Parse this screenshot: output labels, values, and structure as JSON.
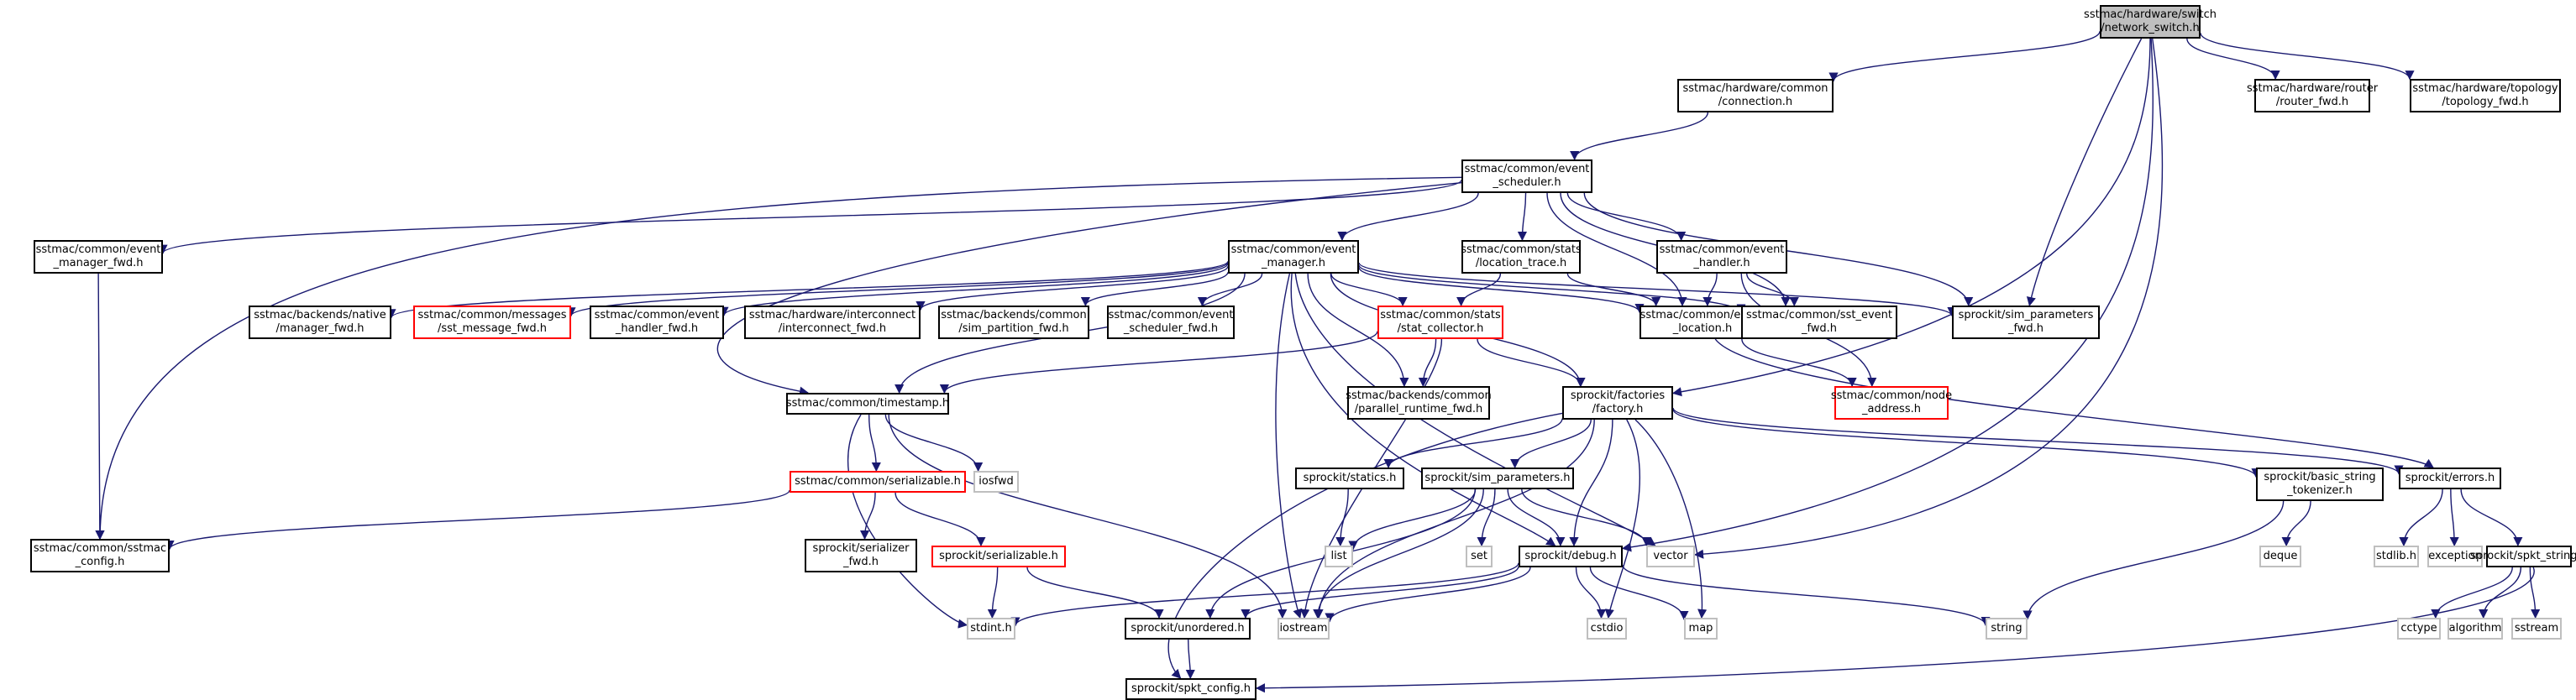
{
  "colors": {
    "edge": "#191970",
    "node_border": "#000000",
    "incomplete_border": "#ff0000",
    "external_border": "#bfbfbf",
    "root_fill": "#bfbfbf"
  },
  "nodes": [
    {
      "id": "root",
      "label": "sstmac/hardware/switch\n/network_switch.h",
      "kind": "root"
    },
    {
      "id": "connection",
      "label": "sstmac/hardware/common\n/connection.h",
      "kind": "normal"
    },
    {
      "id": "router_fwd",
      "label": "sstmac/hardware/router\n/router_fwd.h",
      "kind": "normal"
    },
    {
      "id": "topology_fwd",
      "label": "sstmac/hardware/topology\n/topology_fwd.h",
      "kind": "normal"
    },
    {
      "id": "event_scheduler",
      "label": "sstmac/common/event\n_scheduler.h",
      "kind": "normal"
    },
    {
      "id": "event_manager_fwd",
      "label": "sstmac/common/event\n_manager_fwd.h",
      "kind": "normal"
    },
    {
      "id": "event_manager",
      "label": "sstmac/common/event\n_manager.h",
      "kind": "normal"
    },
    {
      "id": "location_trace",
      "label": "sstmac/common/stats\n/location_trace.h",
      "kind": "normal"
    },
    {
      "id": "event_handler",
      "label": "sstmac/common/event\n_handler.h",
      "kind": "normal"
    },
    {
      "id": "native_manager_fwd",
      "label": "sstmac/backends/native\n/manager_fwd.h",
      "kind": "normal"
    },
    {
      "id": "sst_message_fwd",
      "label": "sstmac/common/messages\n/sst_message_fwd.h",
      "kind": "incomplete"
    },
    {
      "id": "event_handler_fwd",
      "label": "sstmac/common/event\n_handler_fwd.h",
      "kind": "normal"
    },
    {
      "id": "interconnect_fwd",
      "label": "sstmac/hardware/interconnect\n/interconnect_fwd.h",
      "kind": "normal"
    },
    {
      "id": "sim_partition_fwd",
      "label": "sstmac/backends/common\n/sim_partition_fwd.h",
      "kind": "normal"
    },
    {
      "id": "event_scheduler_fwd",
      "label": "sstmac/common/event\n_scheduler_fwd.h",
      "kind": "normal"
    },
    {
      "id": "stat_collector",
      "label": "sstmac/common/stats\n/stat_collector.h",
      "kind": "incomplete"
    },
    {
      "id": "event_location",
      "label": "sstmac/common/event\n_location.h",
      "kind": "normal"
    },
    {
      "id": "sst_event_fwd",
      "label": "sstmac/common/sst_event\n_fwd.h",
      "kind": "normal"
    },
    {
      "id": "sim_parameters_fwd",
      "label": "sprockit/sim_parameters\n_fwd.h",
      "kind": "normal"
    },
    {
      "id": "timestamp",
      "label": "sstmac/common/timestamp.h",
      "kind": "normal"
    },
    {
      "id": "parallel_runtime_fwd",
      "label": "sstmac/backends/common\n/parallel_runtime_fwd.h",
      "kind": "normal"
    },
    {
      "id": "factory",
      "label": "sprockit/factories\n/factory.h",
      "kind": "normal"
    },
    {
      "id": "node_address",
      "label": "sstmac/common/node\n_address.h",
      "kind": "incomplete"
    },
    {
      "id": "sstmac_config",
      "label": "sstmac/common/sstmac\n_config.h",
      "kind": "normal"
    },
    {
      "id": "serializable",
      "label": "sstmac/common/serializable.h",
      "kind": "incomplete"
    },
    {
      "id": "iosfwd",
      "label": "iosfwd",
      "kind": "external"
    },
    {
      "id": "statics",
      "label": "sprockit/statics.h",
      "kind": "normal"
    },
    {
      "id": "sim_parameters",
      "label": "sprockit/sim_parameters.h",
      "kind": "normal"
    },
    {
      "id": "basic_string_tokenizer",
      "label": "sprockit/basic_string\n_tokenizer.h",
      "kind": "normal"
    },
    {
      "id": "errors",
      "label": "sprockit/errors.h",
      "kind": "normal"
    },
    {
      "id": "serializer_fwd",
      "label": "sprockit/serializer\n_fwd.h",
      "kind": "normal"
    },
    {
      "id": "sprockit_serializable",
      "label": "sprockit/serializable.h",
      "kind": "incomplete"
    },
    {
      "id": "list",
      "label": "list",
      "kind": "external"
    },
    {
      "id": "set",
      "label": "set",
      "kind": "external"
    },
    {
      "id": "debug",
      "label": "sprockit/debug.h",
      "kind": "normal"
    },
    {
      "id": "vector",
      "label": "vector",
      "kind": "external"
    },
    {
      "id": "deque",
      "label": "deque",
      "kind": "external"
    },
    {
      "id": "stdlib",
      "label": "stdlib.h",
      "kind": "external"
    },
    {
      "id": "exception",
      "label": "exception",
      "kind": "external"
    },
    {
      "id": "spkt_string",
      "label": "sprockit/spkt_string.h",
      "kind": "normal"
    },
    {
      "id": "stdint",
      "label": "stdint.h",
      "kind": "external"
    },
    {
      "id": "unordered",
      "label": "sprockit/unordered.h",
      "kind": "normal"
    },
    {
      "id": "iostream",
      "label": "iostream",
      "kind": "external"
    },
    {
      "id": "cstdio",
      "label": "cstdio",
      "kind": "external"
    },
    {
      "id": "map",
      "label": "map",
      "kind": "external"
    },
    {
      "id": "string",
      "label": "string",
      "kind": "external"
    },
    {
      "id": "cctype",
      "label": "cctype",
      "kind": "external"
    },
    {
      "id": "algorithm",
      "label": "algorithm",
      "kind": "external"
    },
    {
      "id": "sstream",
      "label": "sstream",
      "kind": "external"
    },
    {
      "id": "spkt_config",
      "label": "sprockit/spkt_config.h",
      "kind": "normal"
    }
  ],
  "edges": [
    [
      "root",
      "connection"
    ],
    [
      "root",
      "router_fwd"
    ],
    [
      "root",
      "topology_fwd"
    ],
    [
      "root",
      "sim_parameters_fwd"
    ],
    [
      "root",
      "factory"
    ],
    [
      "root",
      "debug"
    ],
    [
      "root",
      "vector"
    ],
    [
      "connection",
      "event_scheduler"
    ],
    [
      "event_scheduler",
      "event_manager_fwd"
    ],
    [
      "event_scheduler",
      "event_manager"
    ],
    [
      "event_scheduler",
      "location_trace"
    ],
    [
      "event_scheduler",
      "event_handler"
    ],
    [
      "event_scheduler",
      "sstmac_config"
    ],
    [
      "event_scheduler",
      "timestamp"
    ],
    [
      "event_scheduler",
      "event_location"
    ],
    [
      "event_scheduler",
      "sst_event_fwd"
    ],
    [
      "event_scheduler",
      "sim_parameters_fwd"
    ],
    [
      "event_manager_fwd",
      "sstmac_config"
    ],
    [
      "event_manager",
      "native_manager_fwd"
    ],
    [
      "event_manager",
      "sst_message_fwd"
    ],
    [
      "event_manager",
      "event_handler_fwd"
    ],
    [
      "event_manager",
      "interconnect_fwd"
    ],
    [
      "event_manager",
      "sim_partition_fwd"
    ],
    [
      "event_manager",
      "event_scheduler_fwd"
    ],
    [
      "event_manager",
      "stat_collector"
    ],
    [
      "event_manager",
      "event_location"
    ],
    [
      "event_manager",
      "sst_event_fwd"
    ],
    [
      "event_manager",
      "sim_parameters_fwd"
    ],
    [
      "event_manager",
      "timestamp"
    ],
    [
      "event_manager",
      "parallel_runtime_fwd"
    ],
    [
      "event_manager",
      "factory"
    ],
    [
      "event_manager",
      "debug"
    ],
    [
      "event_manager",
      "vector"
    ],
    [
      "event_manager",
      "iostream"
    ],
    [
      "location_trace",
      "stat_collector"
    ],
    [
      "location_trace",
      "event_location"
    ],
    [
      "event_handler",
      "event_location"
    ],
    [
      "event_handler",
      "sst_event_fwd"
    ],
    [
      "event_handler",
      "node_address"
    ],
    [
      "stat_collector",
      "timestamp"
    ],
    [
      "stat_collector",
      "parallel_runtime_fwd"
    ],
    [
      "stat_collector",
      "factory"
    ],
    [
      "stat_collector",
      "iostream"
    ],
    [
      "event_location",
      "node_address"
    ],
    [
      "event_location",
      "errors"
    ],
    [
      "timestamp",
      "serializable"
    ],
    [
      "timestamp",
      "iosfwd"
    ],
    [
      "timestamp",
      "stdint"
    ],
    [
      "timestamp",
      "iostream"
    ],
    [
      "serializable",
      "sstmac_config"
    ],
    [
      "serializable",
      "serializer_fwd"
    ],
    [
      "serializable",
      "sprockit_serializable"
    ],
    [
      "sprockit_serializable",
      "stdint"
    ],
    [
      "sprockit_serializable",
      "unordered"
    ],
    [
      "factory",
      "statics"
    ],
    [
      "factory",
      "sim_parameters"
    ],
    [
      "factory",
      "basic_string_tokenizer"
    ],
    [
      "factory",
      "errors"
    ],
    [
      "factory",
      "spkt_config"
    ],
    [
      "factory",
      "iostream"
    ],
    [
      "factory",
      "cstdio"
    ],
    [
      "factory",
      "map"
    ],
    [
      "factory",
      "debug"
    ],
    [
      "statics",
      "list"
    ],
    [
      "sim_parameters",
      "list"
    ],
    [
      "sim_parameters",
      "set"
    ],
    [
      "sim_parameters",
      "debug"
    ],
    [
      "sim_parameters",
      "vector"
    ],
    [
      "sim_parameters",
      "iostream"
    ],
    [
      "sim_parameters",
      "unordered"
    ],
    [
      "basic_string_tokenizer",
      "deque"
    ],
    [
      "basic_string_tokenizer",
      "string"
    ],
    [
      "errors",
      "stdlib"
    ],
    [
      "errors",
      "exception"
    ],
    [
      "errors",
      "spkt_string"
    ],
    [
      "spkt_string",
      "cctype"
    ],
    [
      "spkt_string",
      "algorithm"
    ],
    [
      "spkt_string",
      "sstream"
    ],
    [
      "spkt_string",
      "spkt_config"
    ],
    [
      "debug",
      "stdint"
    ],
    [
      "debug",
      "unordered"
    ],
    [
      "debug",
      "iostream"
    ],
    [
      "debug",
      "cstdio"
    ],
    [
      "debug",
      "map"
    ],
    [
      "debug",
      "string"
    ],
    [
      "unordered",
      "spkt_config"
    ]
  ]
}
